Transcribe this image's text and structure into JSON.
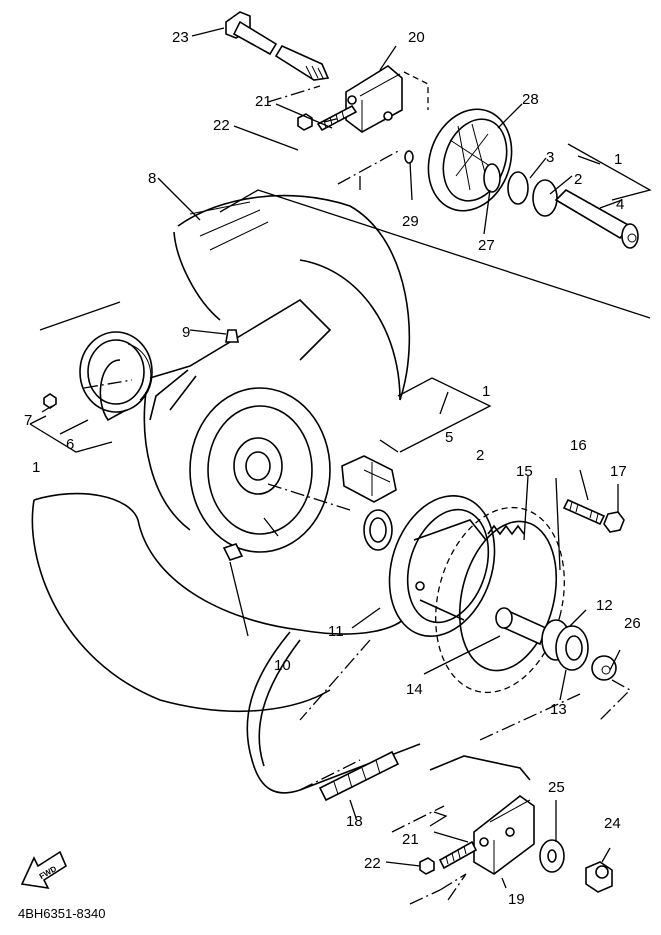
{
  "diagram": {
    "title": "Rear Wheel Exploded Parts Diagram",
    "part_code": "4BH6351-8340",
    "direction_indicator": "FWD",
    "callouts": {
      "c23": "23",
      "c20": "20",
      "c21a": "21",
      "c22a": "22",
      "c28": "28",
      "c3a": "3",
      "c1a": "1",
      "c2a": "2",
      "c4": "4",
      "c29": "29",
      "c27": "27",
      "c8": "8",
      "c9": "9",
      "c7": "7",
      "c6": "6",
      "c1b": "1",
      "c1c": "1",
      "c5": "5",
      "c2b": "2",
      "c15": "15",
      "c16": "16",
      "c17": "17",
      "c11": "11",
      "c10": "10",
      "c12": "12",
      "c26": "26",
      "c14": "14",
      "c13": "13",
      "c18": "18",
      "c25": "25",
      "c21b": "21",
      "c24": "24",
      "c22b": "22",
      "c19": "19"
    }
  }
}
